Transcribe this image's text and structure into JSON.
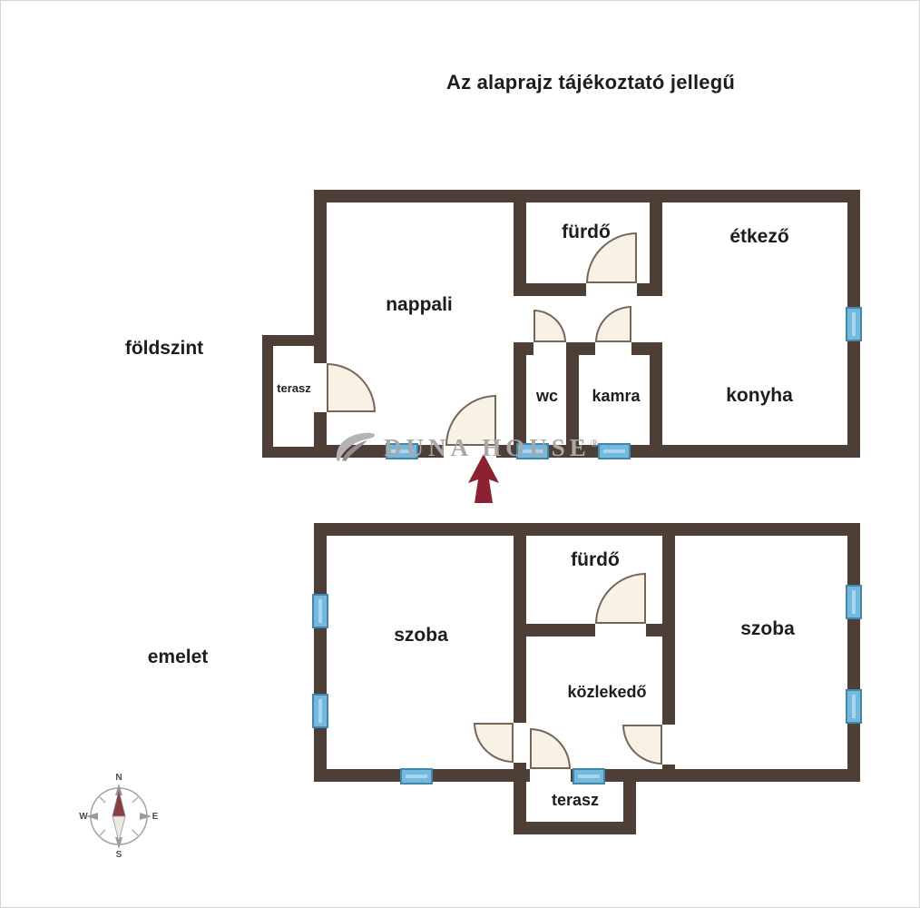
{
  "title": "Az alaprajz tájékoztató jellegű",
  "colors": {
    "wall": "#4d3e36",
    "window_fill": "#72b9dc",
    "window_border": "#4288ae",
    "door_fill": "#f8f2e5",
    "door_border": "#77655a",
    "arrow": "#8e2130",
    "watermark": "#a8a8a8",
    "text": "#1d1d1d"
  },
  "ground": {
    "label": "földszint",
    "rooms": {
      "nappali": "nappali",
      "furdo": "fürdő",
      "etkezo": "étkező",
      "terasz": "terasz",
      "wc": "wc",
      "kamra": "kamra",
      "konyha": "konyha"
    }
  },
  "upper": {
    "label": "emelet",
    "rooms": {
      "szoba_left": "szoba",
      "furdo": "fürdő",
      "szoba_right": "szoba",
      "kozlekedo": "közlekedő",
      "terasz": "terasz"
    }
  },
  "watermark": {
    "name": "DUNA HOUSE",
    "registered": "®"
  },
  "compass": {
    "n": "N",
    "e": "E",
    "s": "S",
    "w": "W"
  }
}
